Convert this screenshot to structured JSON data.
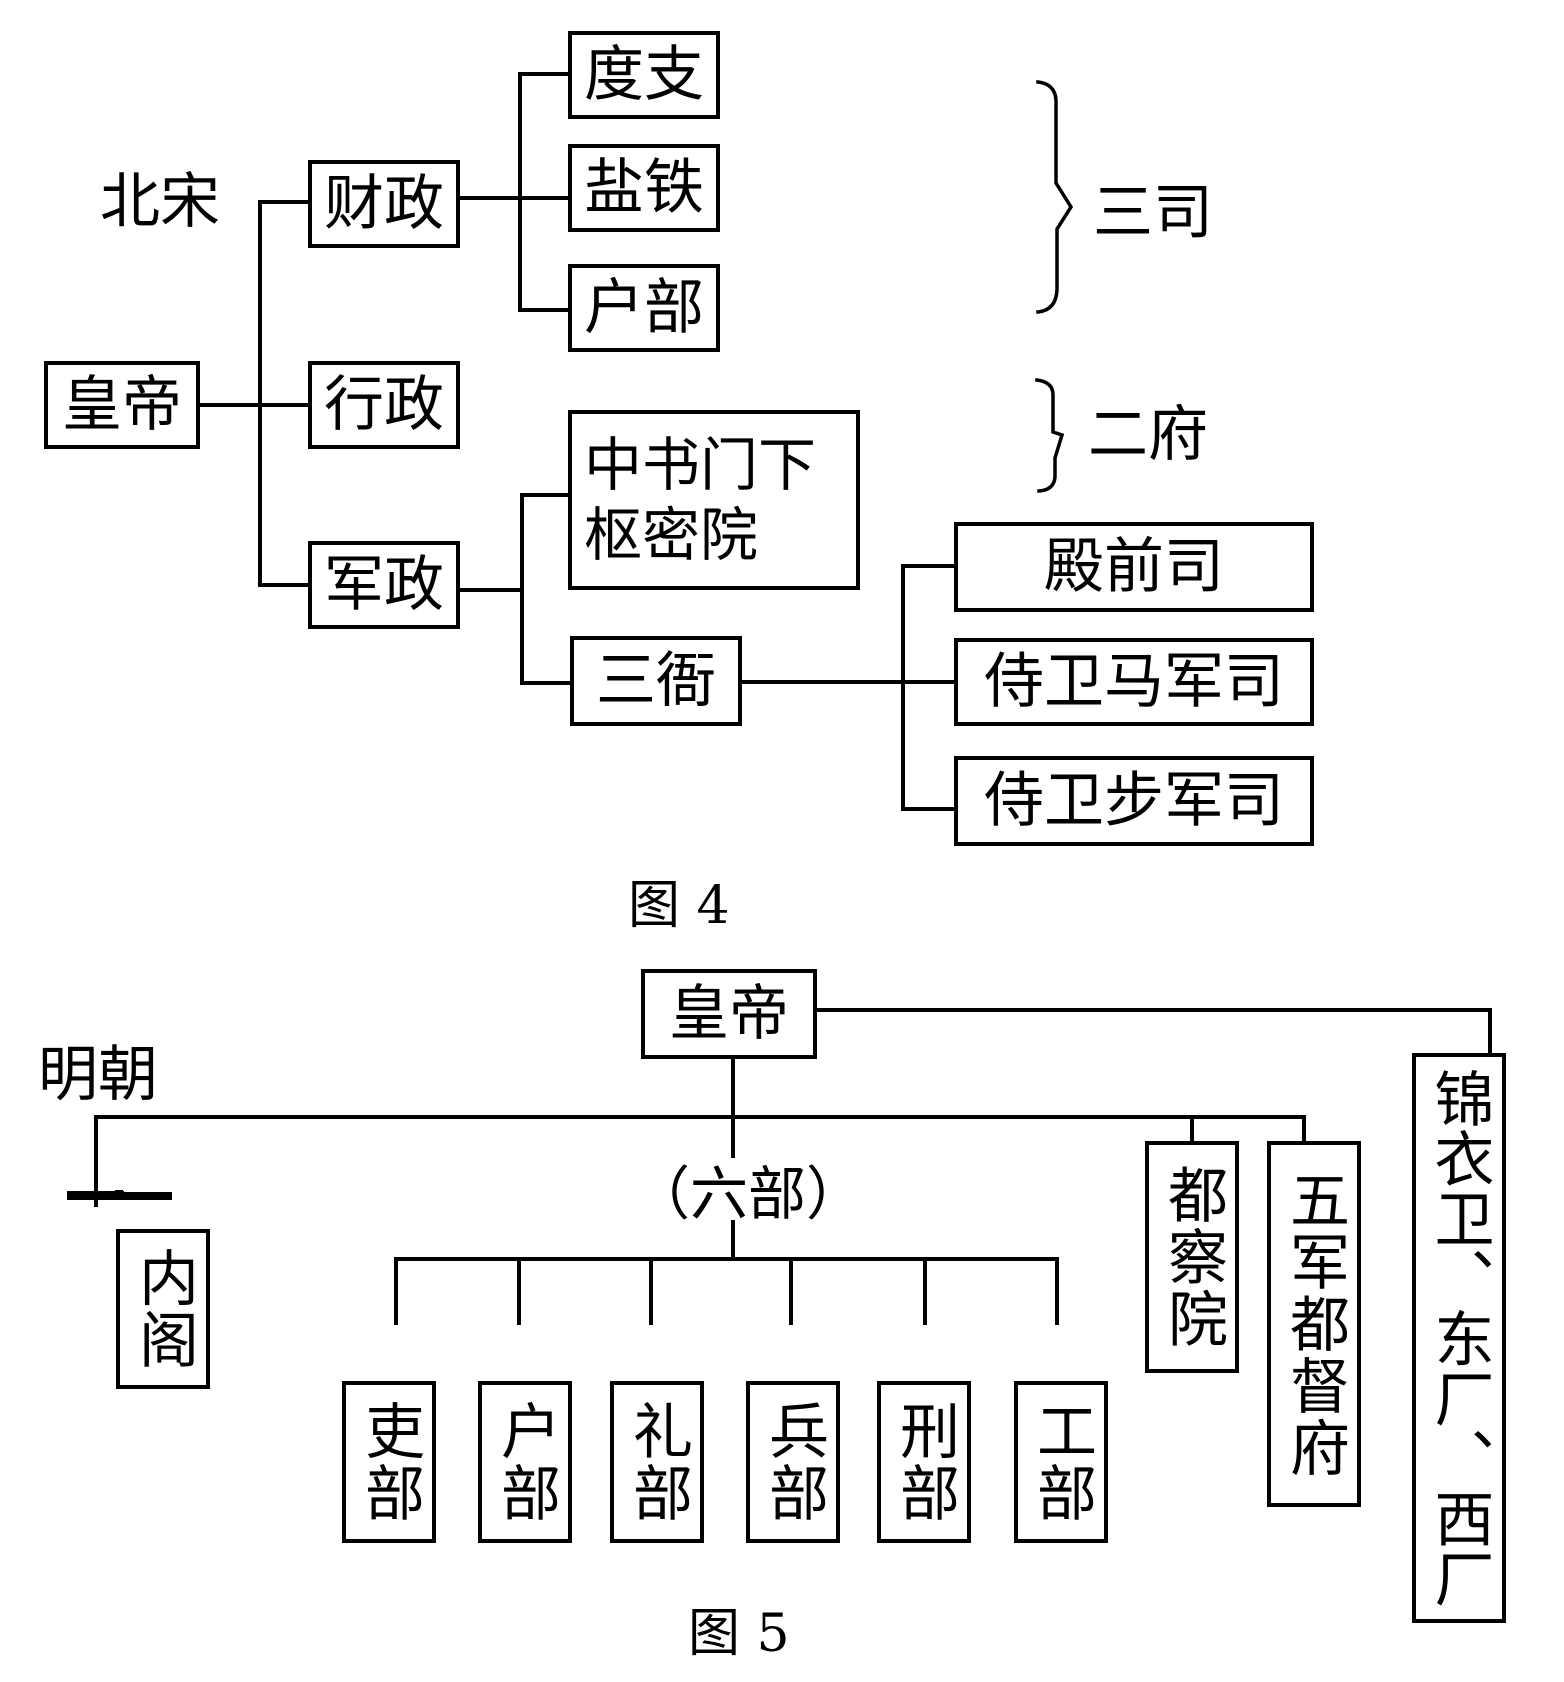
{
  "figure4": {
    "caption": "图 4",
    "dynasty_label": "北宋",
    "nodes": {
      "emperor": "皇帝",
      "finance": "财政",
      "administration": "行政",
      "military": "军政",
      "duzhi": "度支",
      "yantie": "盐铁",
      "hubu": "户部",
      "zhongshu_shumi": "中书门下\n枢密院",
      "sanya": "三衙",
      "dianqian": "殿前司",
      "shiwei_ma": "侍卫马军司",
      "shiwei_bu": "侍卫步军司"
    },
    "brackets": {
      "sansi": "三司",
      "erfu": "二府"
    }
  },
  "figure5": {
    "caption": "图 5",
    "dynasty_label": "明朝",
    "nodes": {
      "emperor": "皇帝",
      "neige": "内阁",
      "liubu_label": "（六部）",
      "libu_personnel": "吏部",
      "hubu": "户部",
      "libu_rites": "礼部",
      "bingbu": "兵部",
      "xingbu": "刑部",
      "gongbu": "工部",
      "duchayuan": "都察院",
      "wujun": "五军都督府",
      "jinyiwei": "锦衣卫、东厂、西厂"
    }
  }
}
